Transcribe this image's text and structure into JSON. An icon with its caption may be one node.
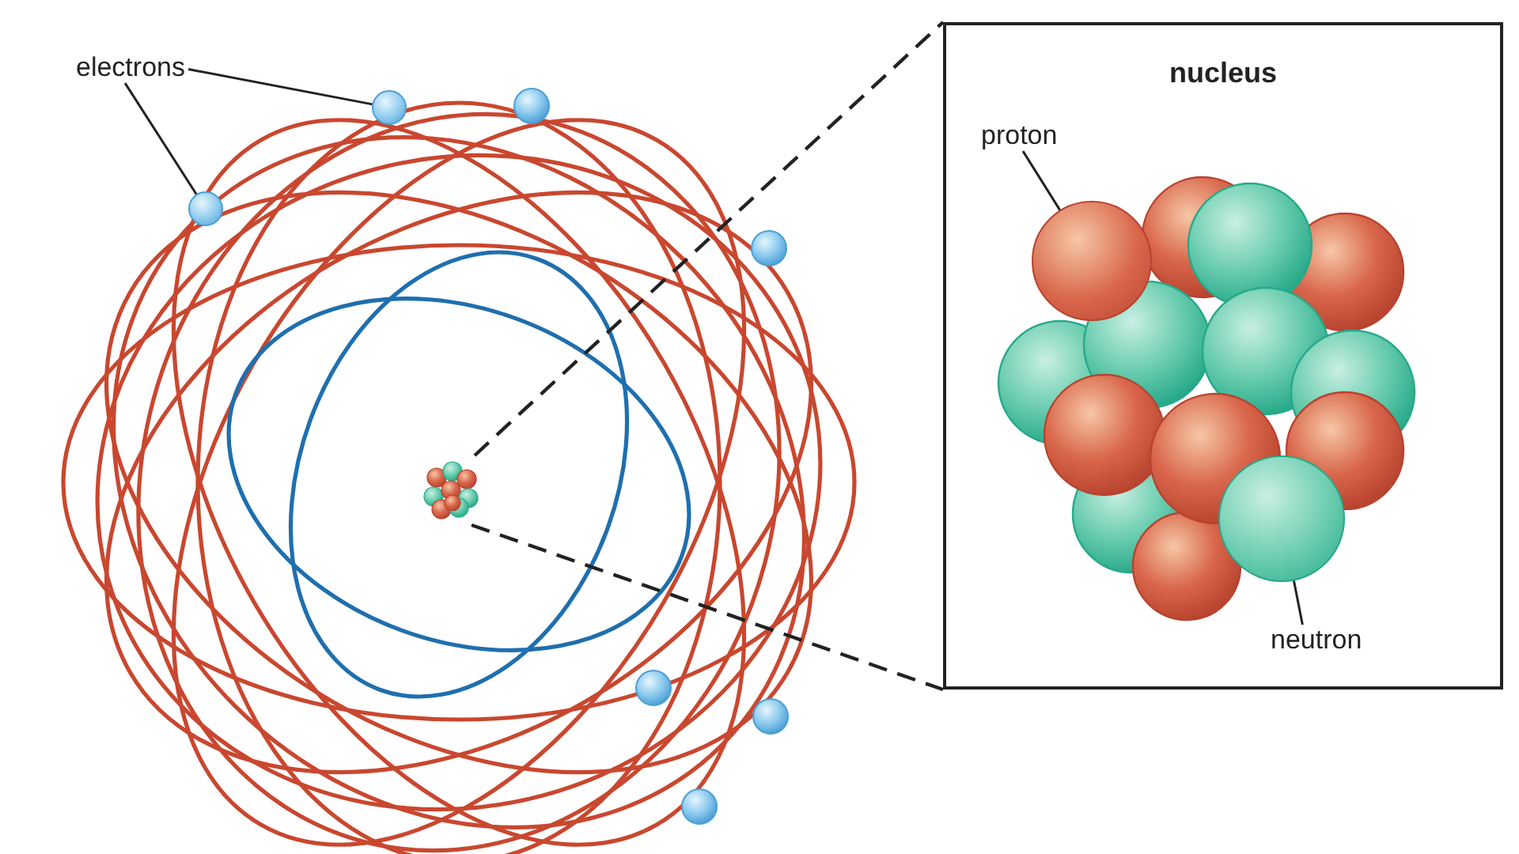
{
  "diagram": {
    "nodes": [
      {
        "text": [
          "electrons"
        ]
      },
      {
        "text": [],
        "shape": "circle"
      },
      {
        "text": [],
        "shape": "circle"
      },
      {
        "text": [],
        "shape": "picture"
      },
      {
        "text": [
          "nucleus"
        ]
      },
      {
        "text": [
          "proton"
        ],
        "in": 4
      },
      {
        "text": [
          "neutron"
        ],
        "in": 4
      },
      {
        "text": [],
        "shape": "circle",
        "in": 4
      },
      {
        "text": [],
        "shape": "circle",
        "in": 4
      }
    ],
    "edges": [
      {
        "from": 0,
        "to": 1,
        "arrow": "none"
      },
      {
        "from": 0,
        "to": 2,
        "arrow": "none"
      },
      {
        "from": 3,
        "to": 4,
        "arrow": "none",
        "style": "dashed"
      },
      {
        "from": 3,
        "to": 4,
        "arrow": "none",
        "style": "dashed"
      },
      {
        "from": 5,
        "to": 7,
        "arrow": "none"
      },
      {
        "from": 6,
        "to": 8,
        "arrow": "none"
      }
    ]
  }
}
